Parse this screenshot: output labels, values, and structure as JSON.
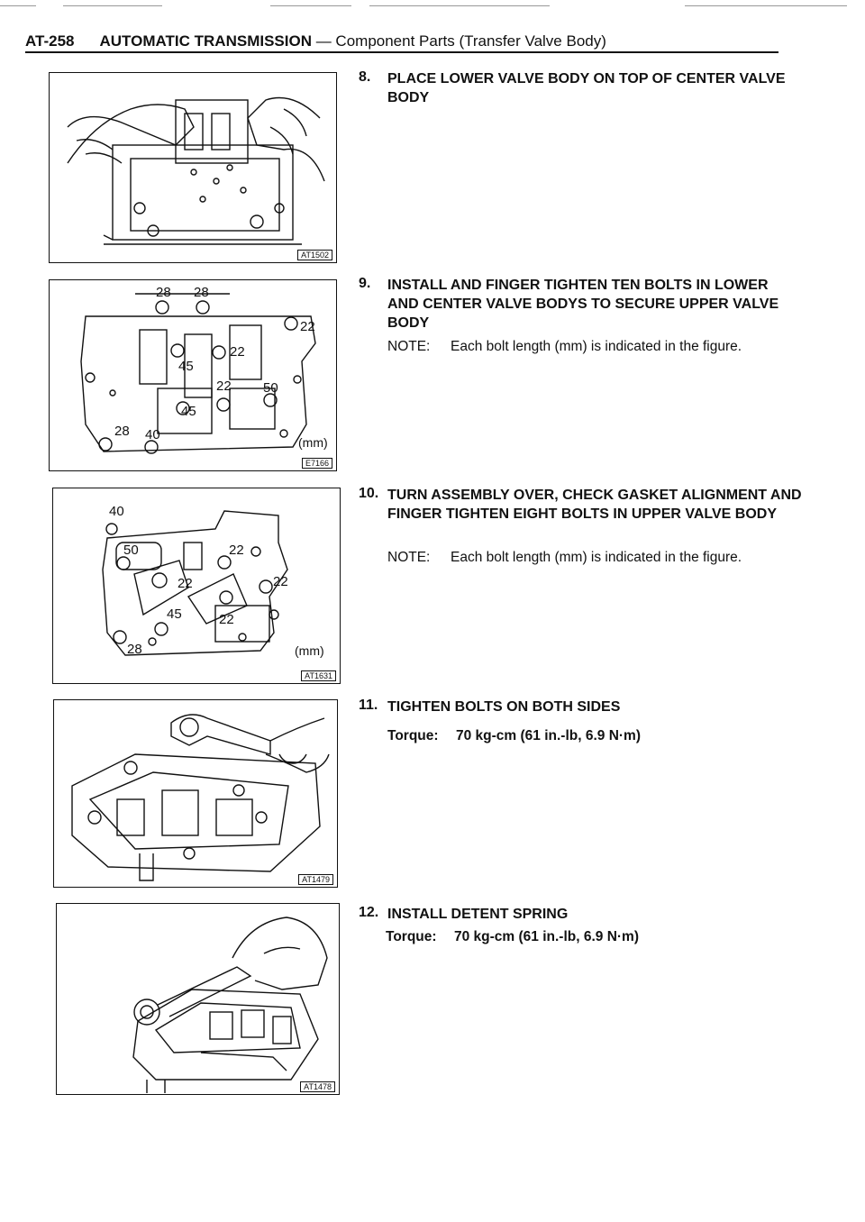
{
  "header": {
    "page_code": "AT-258",
    "title": "AUTOMATIC TRANSMISSION",
    "subtitle": " — Component Parts (Transfer Valve Body)"
  },
  "figures": [
    {
      "id": "AT1502"
    },
    {
      "id": "E7166",
      "unit": "(mm)",
      "labels": [
        "28",
        "28",
        "22",
        "22",
        "45",
        "22",
        "50",
        "45",
        "28",
        "40"
      ]
    },
    {
      "id": "AT1631",
      "unit": "(mm)",
      "labels": [
        "40",
        "50",
        "22",
        "22",
        "22",
        "45",
        "22",
        "28"
      ]
    },
    {
      "id": "AT1479"
    },
    {
      "id": "AT1478"
    }
  ],
  "steps": [
    {
      "num": "8.",
      "text": "PLACE LOWER VALVE BODY ON TOP OF CENTER VALVE BODY"
    },
    {
      "num": "9.",
      "text": "INSTALL AND FINGER TIGHTEN TEN BOLTS IN LOWER AND CENTER VALVE BODYS TO SECURE UPPER VALVE BODY",
      "note_label": "NOTE:",
      "note_text": "Each bolt length (mm) is indicated in the figure."
    },
    {
      "num": "10.",
      "text": "TURN ASSEMBLY OVER, CHECK GASKET ALIGNMENT AND FINGER TIGHTEN EIGHT BOLTS IN UPPER VALVE BODY",
      "note_label": "NOTE:",
      "note_text": "Each bolt length (mm) is indicated in the figure."
    },
    {
      "num": "11.",
      "text": "TIGHTEN BOLTS ON BOTH SIDES",
      "torque_label": "Torque:",
      "torque_value": "70 kg-cm (61 in.-lb, 6.9 N·m)"
    },
    {
      "num": "12.",
      "text": "INSTALL DETENT SPRING",
      "torque_label": "Torque:",
      "torque_value": "70 kg-cm (61 in.-lb, 6.9 N·m)"
    }
  ]
}
